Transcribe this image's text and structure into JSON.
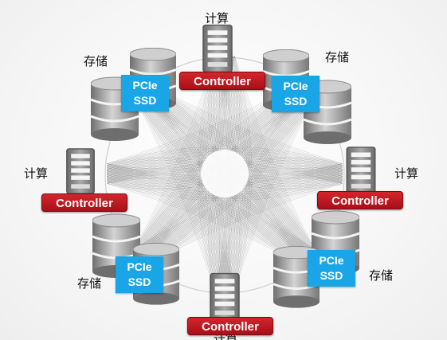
{
  "labels": {
    "compute_top": "计算",
    "compute_left": "计算",
    "compute_right": "计算",
    "compute_bottom": "计算",
    "storage_top_left": "存储",
    "storage_top_right": "存储",
    "storage_bottom_left": "存储",
    "storage_bottom_right": "存储"
  },
  "controllers": {
    "top": "Controller",
    "left": "Controller",
    "right": "Controller",
    "bottom": "Controller"
  },
  "ssds": {
    "top_left": {
      "line1": "PCIe",
      "line2": "SSD"
    },
    "top_right": {
      "line1": "PCIe",
      "line2": "SSD"
    },
    "bottom_left": {
      "line1": "PCIe",
      "line2": "SSD"
    },
    "bottom_right": {
      "line1": "PCIe",
      "line2": "SSD"
    }
  },
  "colors": {
    "controller_red": "#b8141c",
    "ssd_blue": "#1aa6e6",
    "server_gray": "#8c8c8c"
  },
  "icons": {
    "compute": "server-rack-icon",
    "storage": "database-cylinder-icon"
  }
}
